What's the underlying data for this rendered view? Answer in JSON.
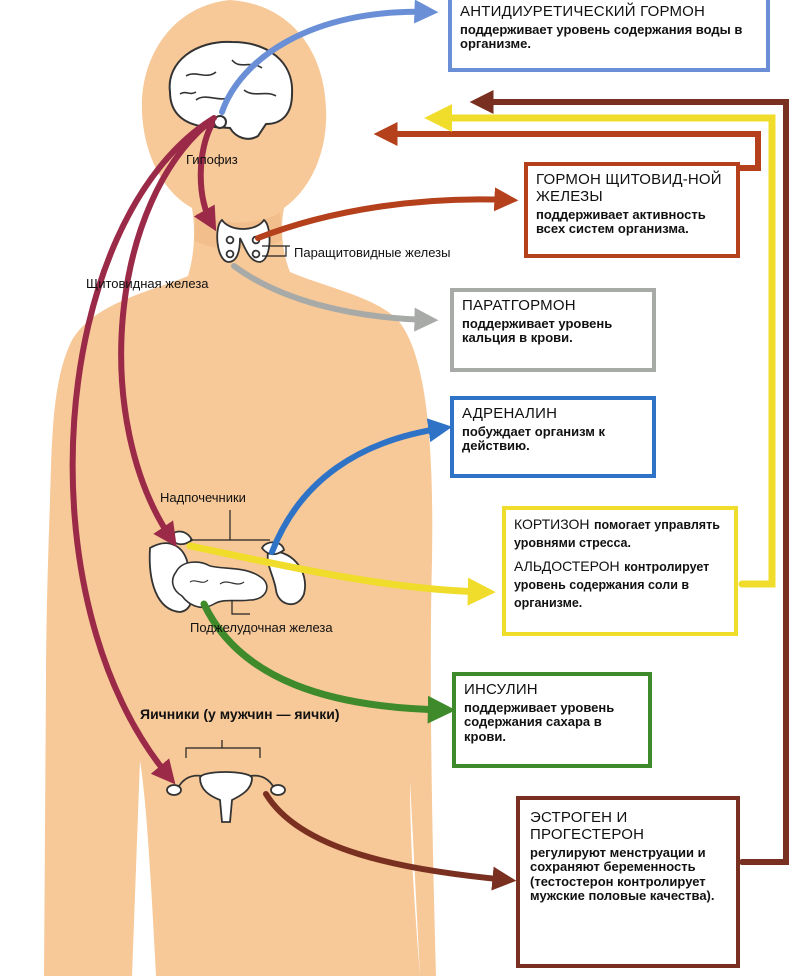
{
  "colors": {
    "skin": "#f7c898",
    "skin_shade": "#eeb57f",
    "adh": "#6a8fd6",
    "thyroid": "#b5401c",
    "pth": "#a8aaa8",
    "adrenaline": "#2f73c7",
    "cortisol": "#f0dc2a",
    "insulin": "#3f8a2a",
    "estrogen": "#7a3020",
    "pituitary_arrow": "#9a2a48",
    "organ_fill": "#ffffff",
    "organ_stroke": "#333333"
  },
  "icons": [
    "brain-icon",
    "thyroid-gland-icon",
    "adrenal-glands-icon",
    "pancreas-icon",
    "uterus-ovaries-icon"
  ],
  "labels": {
    "pituitary": "Гипофиз",
    "parathyroid": "Паращитовидные железы",
    "thyroid": "Щитовидная железа",
    "adrenal": "Надпочечники",
    "pancreas": "Поджелудочная железа",
    "ovaries": "Яичники (у мужчин — яички)"
  },
  "boxes": {
    "adh": {
      "title": "АНТИДИУРЕТИЧЕСКИЙ ГОРМОН",
      "desc": "поддерживает уровень содержания воды в организме."
    },
    "thyroid_hormone": {
      "title": "ГОРМОН ЩИТОВИД-НОЙ ЖЕЛЕЗЫ",
      "desc": "поддерживает активность всех систем организма."
    },
    "parathormone": {
      "title": "ПАРАТГОРМОН",
      "desc": "поддерживает уровень кальция в крови."
    },
    "adrenaline": {
      "title": "АДРЕНАЛИН",
      "desc": "побуждает организм к действию."
    },
    "cortisone": {
      "title": "КОРТИЗОН",
      "desc": "помогает управлять уровнями стресса.",
      "title2": "АЛЬДОСТЕРОН",
      "desc2": "контролирует уровень содержания соли в организме."
    },
    "insulin": {
      "title": "ИНСУЛИН",
      "desc": "поддерживает уровень содержания сахара в крови."
    },
    "estrogen": {
      "title": "ЭСТРОГЕН И ПРОГЕСТЕРОН",
      "desc": "регулируют менструации и сохраняют беременность (тестостерон контролирует мужские половые качества)."
    }
  }
}
